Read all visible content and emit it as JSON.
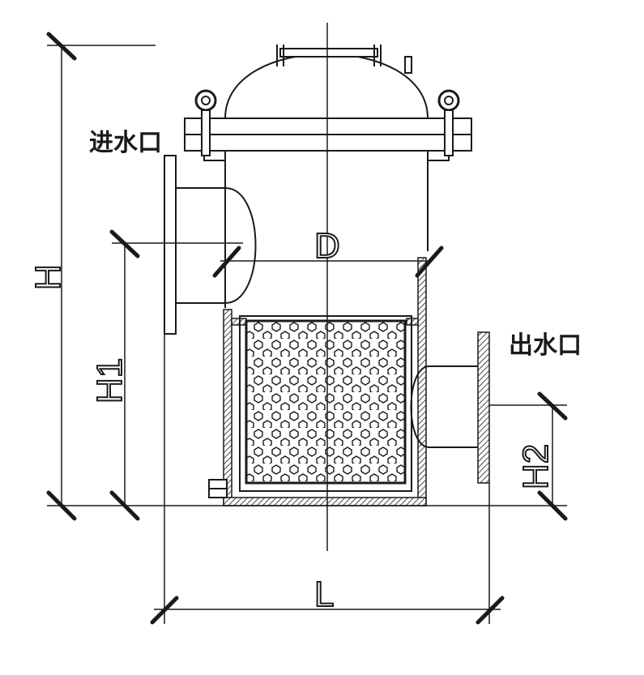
{
  "labels": {
    "inlet": "进水口",
    "outlet": "出水口"
  },
  "dimensions": {
    "height_total": "H",
    "height_inlet": "H1",
    "height_outlet": "H2",
    "length": "L",
    "diameter": "D"
  }
}
